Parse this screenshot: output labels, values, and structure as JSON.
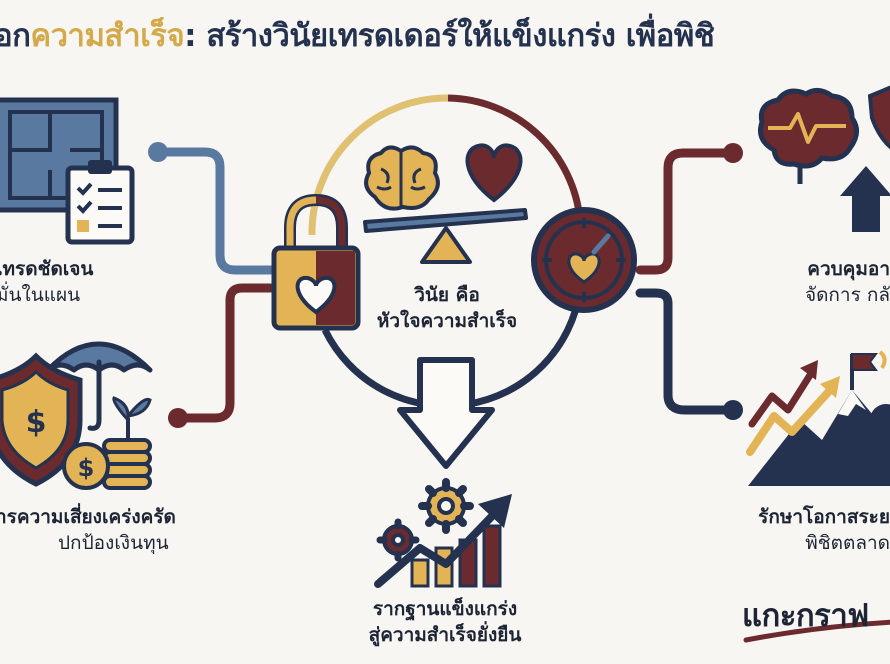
{
  "title": {
    "prefix": "อก",
    "highlight": "ความสำเร็จ",
    "rest": ": สร้างวินัยเทรดเดอร์ให้แข็งแกร่ง เพื่อพิชิ"
  },
  "center": {
    "line1": "วินัย คือ",
    "line2": "หัวใจความสำเร็จ"
  },
  "top_left": {
    "line1": "เทรดชัดเจน",
    "line2": "มั่นในแผน"
  },
  "bottom_left": {
    "line1": "ารความเสี่ยงเคร่งครัด",
    "line2": "ปกป้องเงินทุน"
  },
  "bottom_center": {
    "line1": "รากฐานแข็งแกร่ง",
    "line2": "สู่ความสำเร็จยั่งยืน"
  },
  "top_right": {
    "line1": "ควบคุมอา",
    "line2": "จัดการ กลั"
  },
  "bottom_right": {
    "line1": "รักษาโอกาสระย",
    "line2": "พิชิตตลาด"
  },
  "watermark": "แกะกราฟ",
  "colors": {
    "navy": "#24324f",
    "maroon": "#6b2a2e",
    "gold": "#d4a94a",
    "steel": "#5a79a0",
    "bg": "#f7f6f3"
  },
  "icons": [
    "floorplan-icon",
    "clipboard-checklist-icon",
    "shield-dollar-icon",
    "umbrella-icon",
    "coin-stack-icon",
    "sprout-icon",
    "padlock-heart-icon",
    "brain-icon",
    "heart-icon",
    "balance-scale-icon",
    "compass-heart-icon",
    "growth-chart-gears-icon",
    "brain-pulse-icon",
    "shield-icon",
    "up-arrow-icon",
    "mountain-flag-icon"
  ]
}
